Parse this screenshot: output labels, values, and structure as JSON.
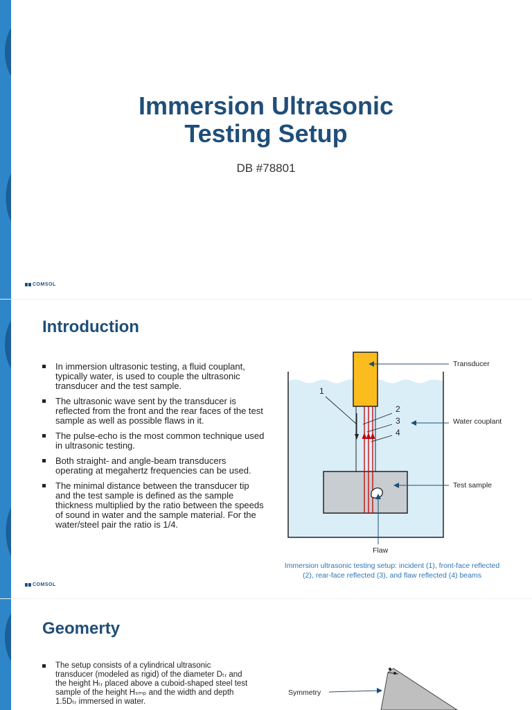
{
  "slide1": {
    "title_line1": "Immersion Ultrasonic",
    "title_line2": "Testing Setup",
    "subtitle": "DB #78801",
    "logo": "COMSOL"
  },
  "slide2": {
    "heading": "Introduction",
    "bullets": [
      "In immersion ultrasonic testing, a fluid couplant, typically water, is used to couple the ultrasonic transducer and the test sample.",
      "The ultrasonic wave sent by the transducer is reflected from the front and the rear faces of the test sample as well as possible flaws in it.",
      "The pulse-echo is the most common technique used in ultrasonic testing.",
      "Both straight- and angle-beam transducers operating at megahertz frequencies can be used.",
      "The minimal distance between the transducer tip and the test sample is defined as the sample thickness multiplied by the ratio between the speeds of sound in water and the sample material. For the water/steel pair the ratio is 1/4."
    ],
    "diagram": {
      "labels": {
        "transducer": "Transducer",
        "water": "Water couplant",
        "sample": "Test sample",
        "flaw": "Flaw"
      },
      "beam_numbers": [
        "1",
        "2",
        "3",
        "4"
      ],
      "colors": {
        "transducer": "#fbbd1e",
        "water": "#daeef8",
        "sample": "#c8cdd1",
        "beams": "#c00000",
        "arrows": "#1f4e79"
      }
    },
    "caption_line1": "Immersion ultrasonic testing setup: incident (1), front-face reflected",
    "caption_line2": "(2), rear-face reflected (3), and flaw reflected (4) beams",
    "logo": "COMSOL"
  },
  "slide3": {
    "heading": "Geomerty",
    "bullet_text": "The setup consists of a cylindrical ultrasonic transducer (modeled as rigid) of the diameter Dₜᵣ and the height Hₜᵣ placed above a cuboid-shaped steel test sample of the height Hₛₘₚ and the width and depth 1.5Dₜᵣ immersed in water.",
    "symmetry_label": "Symmetry"
  },
  "theme": {
    "accent": "#1f4e79",
    "edge_blue": "#2e86c8",
    "caption_blue": "#2e75b6"
  }
}
